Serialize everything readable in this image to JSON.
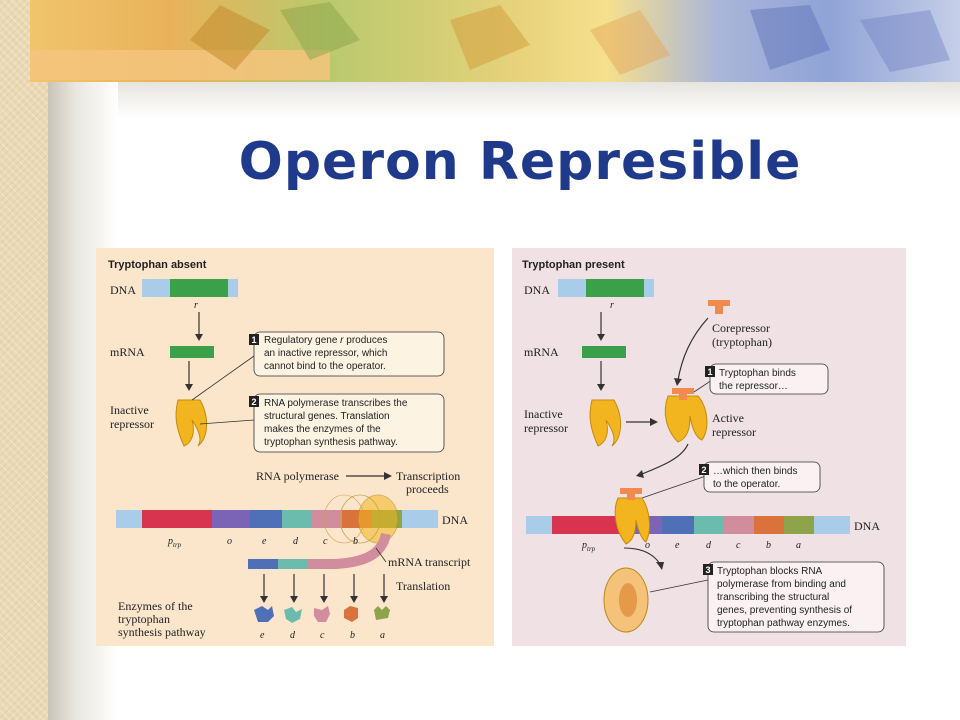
{
  "title": "Operon Represible",
  "left": {
    "heading": "Tryptophan absent",
    "dna": "DNA",
    "r": "r",
    "mrna": "mRNA",
    "inactive1": "Inactive",
    "inactive2": "repressor",
    "step1_num": "1",
    "step1_l1": "Regulatory gene ",
    "step1_r": "r",
    "step1_l1b": " produces",
    "step1_l2": "an inactive repressor, which",
    "step1_l3": "cannot bind to the operator.",
    "step2_num": "2",
    "step2_l1": "RNA polymerase transcribes the",
    "step2_l2": "structural genes. Translation",
    "step2_l3": "makes the enzymes of the",
    "step2_l4": "tryptophan synthesis pathway.",
    "rnapol": "RNA polymerase",
    "transc1": "Transcription",
    "transc2": "proceeds",
    "dna2": "DNA",
    "ptrp": "p",
    "ptrp_sub": "trp",
    "genes": [
      "o",
      "e",
      "d",
      "c",
      "b",
      "a"
    ],
    "mrna_transcript": "mRNA transcript",
    "translation": "Translation",
    "enz1": "Enzymes of the",
    "enz2": "tryptophan",
    "enz3": "synthesis pathway",
    "enzymes": [
      "e",
      "d",
      "c",
      "b",
      "a"
    ]
  },
  "right": {
    "heading": "Tryptophan present",
    "dna": "DNA",
    "r": "r",
    "mrna": "mRNA",
    "inactive1": "Inactive",
    "inactive2": "repressor",
    "corep1": "Corepressor",
    "corep2": "(tryptophan)",
    "step1_num": "1",
    "step1_l1": "Tryptophan binds",
    "step1_l2": "the repressor…",
    "active1": "Active",
    "active2": "repressor",
    "step2_num": "2",
    "step2_l1": "…which then binds",
    "step2_l2": "to the operator.",
    "dna2": "DNA",
    "ptrp": "p",
    "ptrp_sub": "trp",
    "genes": [
      "o",
      "e",
      "d",
      "c",
      "b",
      "a"
    ],
    "step3_num": "3",
    "step3_l1": "Tryptophan blocks RNA",
    "step3_l2": "polymerase from binding and",
    "step3_l3": "transcribing the structural",
    "step3_l4": "genes, preventing synthesis of",
    "step3_l5": "tryptophan pathway enzymes."
  },
  "colors": {
    "title": "#1f3a8a",
    "gene_green": "#3ca048",
    "dna_blue": "#a9cde9",
    "promoter": "#d8344f",
    "operator": "#7b63b6",
    "gene_e": "#4f6fb6",
    "gene_d": "#6cbcae",
    "gene_c": "#d18d9d",
    "gene_b": "#d9733b",
    "gene_a": "#8da44a",
    "repressor": "#f3b51f",
    "corepressor": "#f08a4e"
  }
}
